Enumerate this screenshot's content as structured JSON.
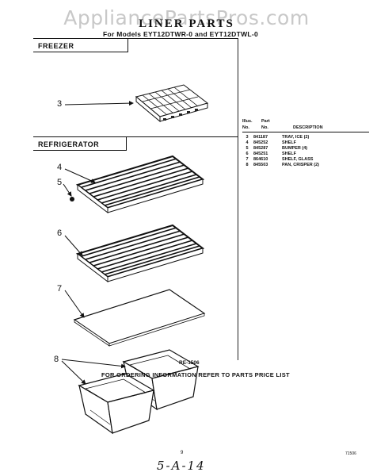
{
  "watermark": "AppliancePartsPros.com",
  "title": "LINER PARTS",
  "subtitle": "For Models EYT12DTWR-0 and EYT12DTWL-0",
  "sections": {
    "freezer": "FREEZER",
    "refrigerator": "REFRIGERATOR"
  },
  "callouts": {
    "c3": "3",
    "c4": "4",
    "c5": "5",
    "c6": "6",
    "c7": "7",
    "c8": "8"
  },
  "parts_table": {
    "header_illus": "Illus.",
    "header_no": "No.",
    "header_part": "Part",
    "header_part_no": "No.",
    "header_description": "DESCRIPTION",
    "rows": [
      {
        "illus": "3",
        "part": "841187",
        "desc": "TRAY, ICE (2)"
      },
      {
        "illus": "4",
        "part": "845252",
        "desc": "SHELF"
      },
      {
        "illus": "5",
        "part": "845287",
        "desc": "BUMPER (4)"
      },
      {
        "illus": "6",
        "part": "845251",
        "desc": "SHELF"
      },
      {
        "illus": "7",
        "part": "864610",
        "desc": "SHELF, GLASS"
      },
      {
        "illus": "8",
        "part": "845503",
        "desc": "PAN, CRISPER (2)"
      }
    ]
  },
  "footer": {
    "diagram_code": "RE-1506",
    "note": "FOR ORDERING INFORMATION REFER TO PARTS PRICE LIST",
    "page": "9",
    "doc_code": "71506",
    "handwritten": "5-A-14"
  }
}
